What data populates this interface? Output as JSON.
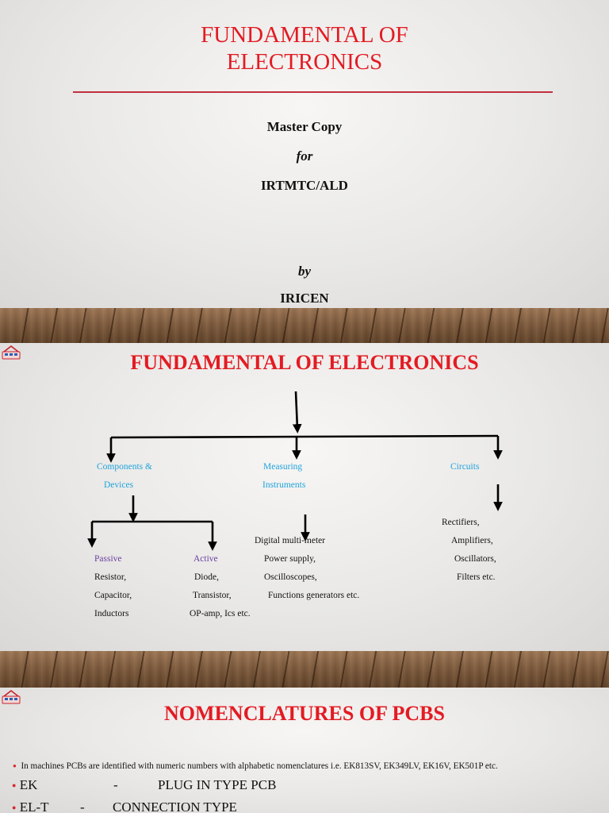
{
  "slide1": {
    "title_line1": "FUNDAMENTAL OF",
    "title_line2": "ELECTRONICS",
    "subtitle1": "Master Copy",
    "subtitle2": "for",
    "subtitle3": "IRTMTC/ALD",
    "by": "by",
    "author": "IRICEN",
    "accent_color": "#e31b23",
    "rule_color": "#c0303e"
  },
  "slide2": {
    "title": "FUNDAMENTAL OF ELECTRONICS",
    "categories": {
      "components_line1": "Components &",
      "components_line2": "Devices",
      "measuring_line1": "Measuring",
      "measuring_line2": "Instruments",
      "circuits": "Circuits"
    },
    "passive": {
      "heading": "Passive",
      "items": [
        "Resistor,",
        "Capacitor,",
        "Inductors"
      ]
    },
    "active": {
      "heading": "Active",
      "items": [
        "Diode,",
        "Transistor,",
        "OP-amp, Ics etc."
      ]
    },
    "measuring_items": [
      "Digital multi-meter",
      "Power supply,",
      "Oscilloscopes,",
      "Functions generators etc."
    ],
    "circuits_items": [
      "Rectifiers,",
      "Amplifiers,",
      "Oscillators,",
      "Filters etc."
    ],
    "colors": {
      "category": "#1fa3dc",
      "subcategory": "#6b3fa0"
    }
  },
  "slide3": {
    "title": "NOMENCLATURES OF PCBS",
    "intro": "In machines PCBs are identified with numeric numbers with alphabetic nomenclatures i.e. EK813SV, EK349LV, EK16V, EK501P etc.",
    "rows": [
      {
        "code": "EK",
        "dash": "-",
        "meaning": "PLUG IN TYPE PCB"
      },
      {
        "code": "EL-T",
        "dash": "-",
        "meaning": "CONNECTION TYPE"
      }
    ],
    "bullet_color": "#d8262e"
  }
}
